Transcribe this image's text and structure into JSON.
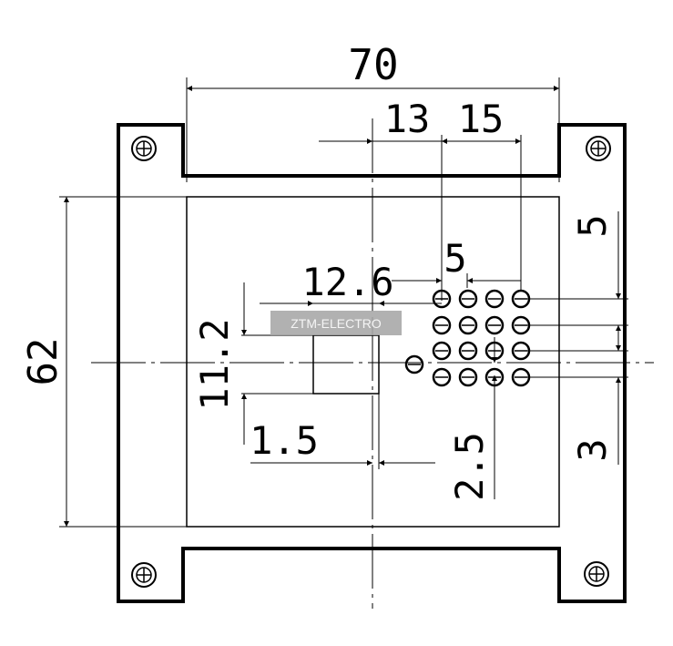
{
  "drawing": {
    "dimensions": {
      "overall_width": "70",
      "offset_13": "13",
      "spacing_15": "15",
      "height_62": "62",
      "offset_12_6": "12.6",
      "pitch_5": "5",
      "window_11_2": "11.2",
      "gap_1_5": "1.5",
      "pitch_2_5": "2.5",
      "right_5": "5",
      "right_3": "3"
    },
    "watermark": "ZTM-ELECTRO",
    "colors": {
      "line": "#000000",
      "watermark_bg": "#a9a9a9",
      "watermark_text": "#f4f4f4"
    }
  }
}
